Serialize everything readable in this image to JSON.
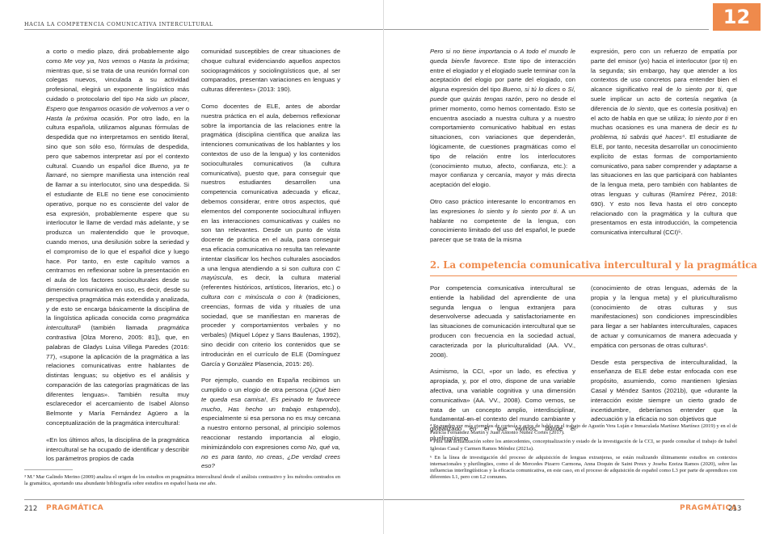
{
  "header": {
    "running_head": "HACIA LA COMPETENCIA COMUNICATIVA INTERCULTURAL",
    "chapter_number": "12"
  },
  "left_page": {
    "col1": [
      "a corto o medio plazo, dirá probablemente algo como <em>Me voy ya</em>, <em>Nos vemos</em> o <em>Hasta la próxima</em>; mientras que, si se trata de una reunión formal con colegas nuevos, vinculada a su actividad profesional, elegirá un exponente lingüístico más cuidado o protocolario del tipo <em>Ha sido un placer</em>, <em>Espero que tengamos ocasión de volvernos a ver</em> o <em>Hasta la próxima ocasión</em>. Por otro lado, en la cultura española, utilizamos algunas fórmulas de despedida que no interpretamos en sentido literal, sino que son sólo eso, fórmulas de despedida, pero que sabemos interpretar así por el contexto cultural. Cuando un español dice <em>Bueno, ya te llamaré</em>, no siempre manifiesta una intención real de llamar a su interlocutor, sino una despedida. Si el estudiante de ELE no tiene ese conocimiento operativo, porque no es consciente del valor de esa expresión, probablemente espere que su interlocutor le llame de verdad más adelante, y se produzca un malentendido que le provoque, cuando menos, una desilusión sobre la seriedad y el compromiso de lo que el español dice y luego hace. Por tanto, en este capítulo vamos a centrarnos en reflexionar sobre la presentación en el aula de los factores socioculturales desde su dimensión comunicativa en uso, es decir, desde su perspectiva pragmática más extendida y analizada, y de esto se encarga básicamente la disciplina de la lingüística aplicada conocida como <em>pragmática intercultural</em>³ (también llamada <em>pragmática contrastiva</em> [Olza Moreno, 2005: 81]), que, en palabras de Gladys Luisa Villega Paredes (2016: 77), «supone la aplicación de la pragmática a las relaciones comunicativas entre hablantes de distintas lenguas; su objetivo es el análisis y comparación de las categorías pragmáticas de las diferentes lenguas». También resulta muy esclarecedor el acercamiento de Isabel Alonso Belmonte y María Fernández Agüero a la conceptualización de la pragmática intercultural:",
      "«En los últimos años, la disciplina de la pragmática intercultural se ha ocupado de identificar y describir los parámetros propios de cada"
    ],
    "col2": [
      "comunidad susceptibles de crear situaciones de choque cultural evidenciando aquellos aspectos sociopragmáticos y sociolingüísticos que, al ser comparados, presentan variaciones en lenguas y culturas diferentes» (2013: 190).",
      "Como docentes de ELE, antes de abordar nuestra práctica en el aula, debemos reflexionar sobre la importancia de las relaciones entre la pragmática (disciplina científica que analiza las intenciones comunicativas de los hablantes y los contextos de uso de la lengua) y los contenidos socioculturales comunicativos (la cultura comunicativa), puesto que, para conseguir que nuestros estudiantes desarrollen una competencia comunicativa adecuada y eficaz, debemos considerar, entre otros aspectos, qué elementos del componente sociocultural influyen en las interacciones comunicativas y cuáles no son tan relevantes. Desde un punto de vista docente de práctica en el aula, para conseguir esa eficacia comunicativa no resulta tan relevante intentar clasificar los hechos culturales asociados a una lengua atendiendo a si son <em>cultura con C mayúscula</em>, es decir, la cultura material (referentes históricos, artísticos, literarios, etc.) o <em>cultura con c minúscula o con k</em> (tradiciones, creencias, formas de vida y rituales de una sociedad, que se manifiestan en maneras de proceder y comportamientos verbales y no verbales) (Miquel López y Sans Baulenas, 1992), sino decidir con criterio los contenidos que se introducirán en el currículo de ELE (Domínguez García y González Plasencia, 2015: 26).",
      "Por ejemplo, cuando en España recibimos un cumplido o un elogio de otra persona (<em>¡Qué bien te queda esa camisa!</em>, <em>Es peinado te favorece mucho</em>, <em>Has hecho un trabajo estupendo</em>), especialmente si esa persona no es muy cercana a nuestro entorno personal, al principio solemos reaccionar restando importancia al elogio, minimizándolo con expresiones como <em>No, qué va, no es para tanto</em>, <em>no creas</em>, <em>¿De verdad crees eso?</em>"
    ],
    "footnotes": [
      "³ M.ª Mar Galindo Merino (2009) analiza el origen de los estudios en pragmática intercultural desde el análisis contrastivo y los métodos centrados en la gramática, aportando una abundante bibliografía sobre estudios en español hasta ese año."
    ],
    "folio": "212",
    "brand": "PRAGMÁTICA"
  },
  "right_page": {
    "col1": [
      "<em>Pero si no tiene importancia</em> o <em>A todo el mundo le queda bien/le favorece</em>. Este tipo de interacción entre el elogiador y el elogiado suele terminar con la aceptación del elogio por parte del elogiado, con alguna expresión del tipo <em>Bueno, si tú lo dices</em> o <em>Sí, puede que quizás tengas razón</em>, pero no desde el primer momento, como hemos comentado. Esto se encuentra asociado a nuestra cultura y a nuestro comportamiento comunicativo habitual en estas situaciones, con variaciones que dependerán, lógicamente, de cuestiones pragmáticas como el tipo de relación entre los interlocutores (conocimiento mutuo, afecto, confianza, etc.): a mayor confianza y cercanía, mayor y más directa aceptación del elogio.",
      "Otro caso práctico interesante lo encontramos en las expresiones <em>lo siento</em> y <em>lo siento por ti</em>. A un hablante no competente de la lengua, con conocimiento limitado del uso del español, le puede parecer que se trata de la misma"
    ],
    "col2": [
      "expresión, pero con un refuerzo de empatía por parte del emisor (yo) hacia el interlocutor (por ti) en la segunda; sin embargo, hay que atender a los contextos de uso concretos para entender bien el alcance significativo real de <em>lo siento por ti</em>, que suele implicar un acto de cortesía negativa (a diferencia de <em>lo siento</em>, que es cortesía positiva) en el acto de habla en que se utiliza; <em>lo siento por ti</em> en muchas ocasiones es una manera de decir <em>es tu problema, tú sabrás qué haces</em>⁴. El estudiante de ELE, por tanto, necesita desarrollar un conocimiento explícito de estas formas de comportamiento comunicativo, para saber comprender y adaptarse a las situaciones en las que participará con hablantes de la lengua meta, pero también con hablantes de otras lenguas y culturas (Ramírez Pérez, 2018: 690). Y esto nos lleva hasta el otro concepto relacionado con la pragmática y la cultura que presentamos en esta introducción, la competencia comunicativa intercultural (CCI)⁵."
    ],
    "section_title": "2. La competencia comunicativa intercultural y la pragmática",
    "col3": [
      "Por competencia comunicativa intercultural se entiende la habilidad del aprendiente de una segunda lengua o lengua extranjera para desenvolverse adecuada y satisfactoriamente en las situaciones de comunicación intercultural que se producen con frecuencia en la sociedad actual, caracterizada por la pluriculturalidad (AA. VV., 2008).",
      "Asimismo, la CCI, «por un lado, es efectiva y apropiada, y, por el otro, dispone de una variable afectiva, una variable cognitiva y una dimensión comunicativa» (AA. VV., 2008). Como vemos, se trata de un concepto amplio, interdisciplinar, fundamental en el contexto del mundo cambiante y globalizado en el que vivimos, donde el plurilingüismo"
    ],
    "col4": [
      "(conocimiento de otras lenguas, además de la propia y la lengua meta) y el pluriculturalismo (conocimiento de otras culturas y sus manifestaciones) son condiciones imprescindibles para llegar a ser hablantes interculturales, capaces de actuar y comunicarnos de manera adecuada y empática con personas de otras culturas⁶.",
      "Desde esta perspectiva de interculturalidad, la enseñanza de ELE debe estar enfocada con ese propósito, asumiendo, como mantienen Iglesias Casal y Méndez Santos (2021b), que «durante la interacción existe siempre un cierto grado de incertidumbre, deberíamos entender que la adecuación y la eficacia no son objetivos que"
    ],
    "footnotes": [
      "⁴ Se pueden ver más ejemplos de cortesía y actos de habla en el trabajo de Agustín Vera Luján e Inmaculada Martínez Martínez (2019) y en el de Patricia Fernández Martín y Juan Antonio Núñez Cortés (2017).",
      "⁵ Para una actualización sobre los antecedentes, conceptualización y estado de la investigación de la CCI, se puede consultar el trabajo de Isabel Iglesias Casal y Carmen Ramos Méndez (2021a).",
      "⁶ En la línea de investigación del proceso de adquisición de lenguas extranjeras, se están realizando últimamente estudios en contextos internacionales y plurilingües, como el de Mercedes Pizarro Carmona, Anna Doquin de Saint Preux y Joseba Ezeiza Ramos (2020), sobre las influencias interlingüísticas y la eficacia comunicativa, en este caso, en el proceso de adquisición de español como L3 por parte de aprendices con diferentes L1, pero con L2 comunes."
    ],
    "folio": "213",
    "brand": "PRAGMÁTICA"
  },
  "colors": {
    "accent": "#ef8a4c",
    "text": "#1c1c1c",
    "rule": "#9a9a9a"
  }
}
